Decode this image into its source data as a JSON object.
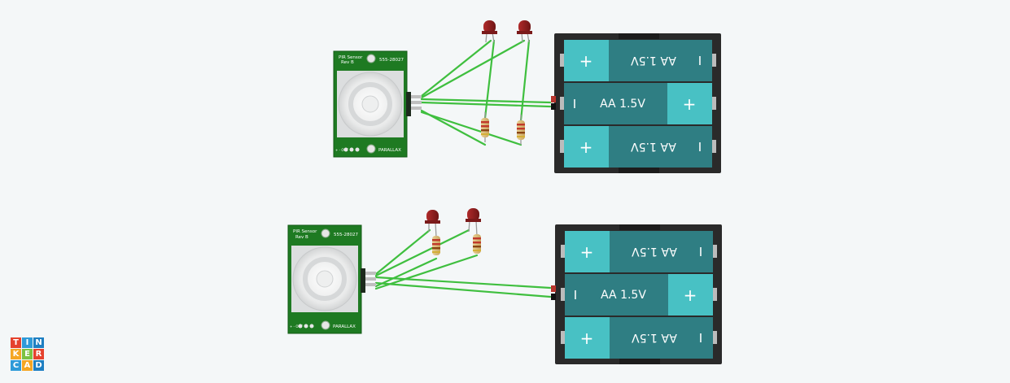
{
  "app": {
    "logo_letters": [
      "T",
      "I",
      "N",
      "K",
      "E",
      "R",
      "C",
      "A",
      "D"
    ],
    "logo_colors": [
      "#e5422d",
      "#2e9ad8",
      "#1e7fc2",
      "#f5a623",
      "#7cc242",
      "#e5422d",
      "#2e9ad8",
      "#f5a623",
      "#1e7fc2"
    ]
  },
  "components": {
    "pir_sensor": {
      "title": "PIR Sensor",
      "revision": "Rev B",
      "part_number": "555-28027",
      "brand": "PARALLAX",
      "pin_marks": "+ - OUT"
    },
    "battery": {
      "cell_label": "AA 1.5V",
      "plus": "+",
      "minus": "I"
    }
  },
  "colors": {
    "background": "#f4f7f8",
    "wire": "#3fbf3f",
    "pcb": "#1e7a22",
    "cell_dark": "#2f7e83",
    "cell_light": "#48c1c4",
    "holder": "#2a2a2a",
    "led": "#8e1f1f"
  }
}
